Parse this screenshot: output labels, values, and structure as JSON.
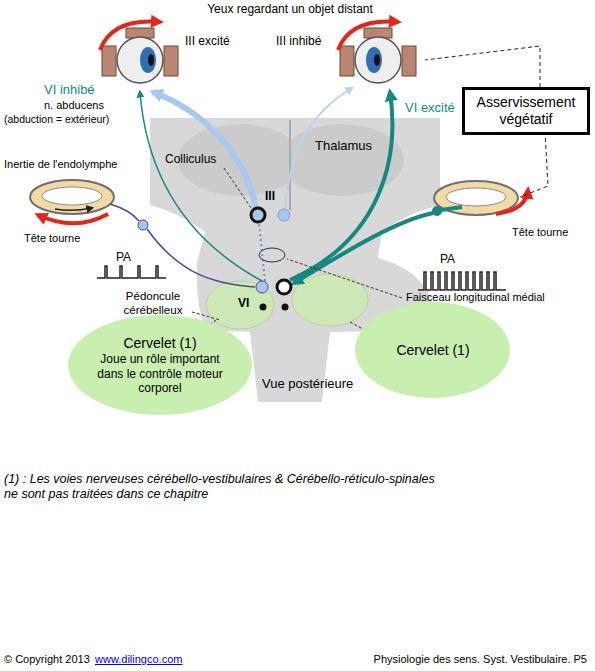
{
  "diagram": {
    "title": "Yeux regardant un objet distant",
    "nodes": [
      {
        "text": [
          "Asservissement végétatif"
        ]
      },
      {
        "text": [
          "Cervelet (1)",
          "Joue un rôle important dans le contrôle moteur corporel"
        ]
      },
      {
        "text": [
          "Cervelet (1)"
        ]
      }
    ],
    "labels": [
      "III excité",
      "III inhibé",
      "VI inhibé",
      "n. abducens",
      "(abduction = extérieur)",
      "VI excité",
      "Thalamus",
      "Colliculus",
      "III",
      "Inertie de l'endolymphe",
      "Tête tourne",
      "Tête tourne",
      "PA",
      "PA",
      "VI",
      "Pédoncule cérébelleux",
      "Faisceau longitudinal médial",
      "Vue postérieure",
      "(1) : Les voies nerveuses cérébello-vestibulaires & Cérébello-réticulo-spinales ne sont pas traitées dans ce chapitre",
      "© Copyright 2013",
      "www.dilingco.com",
      "Physiologie des sens. Syst. Vestibulaire. P5"
    ]
  }
}
